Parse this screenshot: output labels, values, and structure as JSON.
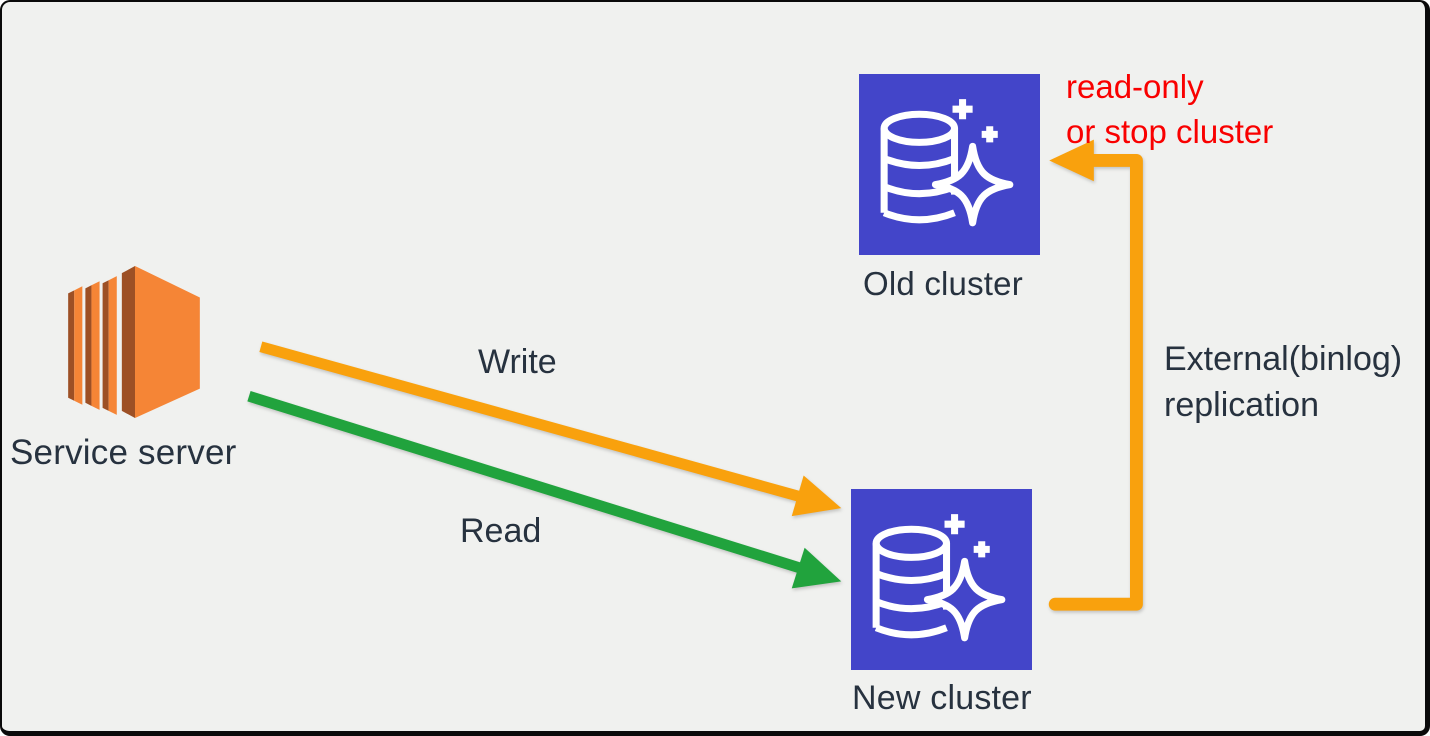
{
  "colors": {
    "background": "#F0F1EF",
    "text": "#27323F",
    "arrow-orange": "#F9A10D",
    "arrow-green": "#21A33D",
    "note-red": "#F90000",
    "db-blue": "#4345C9",
    "ec2-orange": "#F58536",
    "ec2-dark": "#9D5025"
  },
  "diagram": {
    "nodes": {
      "service_server": {
        "label": "Service server",
        "icon": "ec2-server-icon"
      },
      "old_cluster": {
        "label": "Old cluster",
        "icon": "aurora-database-icon"
      },
      "new_cluster": {
        "label": "New cluster",
        "icon": "aurora-database-icon"
      }
    },
    "edges": {
      "write": {
        "label": "Write",
        "color": "#F9A10D",
        "from": "service_server",
        "to": "new_cluster"
      },
      "read": {
        "label": "Read",
        "color": "#21A33D",
        "from": "service_server",
        "to": "new_cluster"
      },
      "replication": {
        "label_line1": "External(binlog)",
        "label_line2": "replication",
        "color": "#F9A10D",
        "from": "new_cluster",
        "to": "old_cluster"
      }
    },
    "annotations": {
      "old_cluster_note": {
        "line1": "read-only",
        "line2": "or stop cluster",
        "color": "#F90000"
      }
    }
  }
}
